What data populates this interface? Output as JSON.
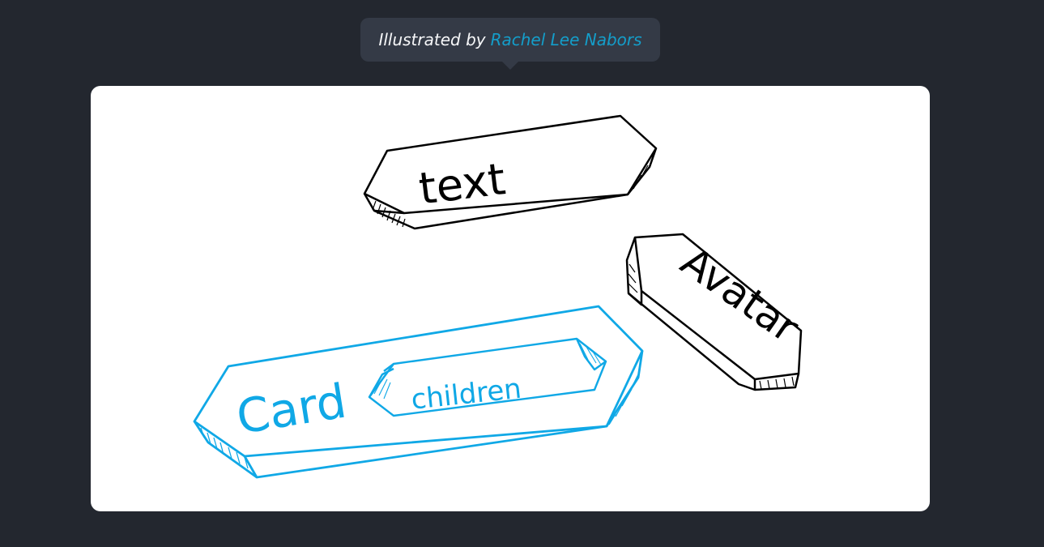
{
  "caption": {
    "prefix": "Illustrated by",
    "author": "Rachel Lee Nabors"
  },
  "illustration": {
    "components": {
      "text": "text",
      "avatar": "Avatar",
      "card": "Card",
      "children": "children"
    },
    "colors": {
      "ink": "#000000",
      "accent": "#10a8e6"
    }
  }
}
